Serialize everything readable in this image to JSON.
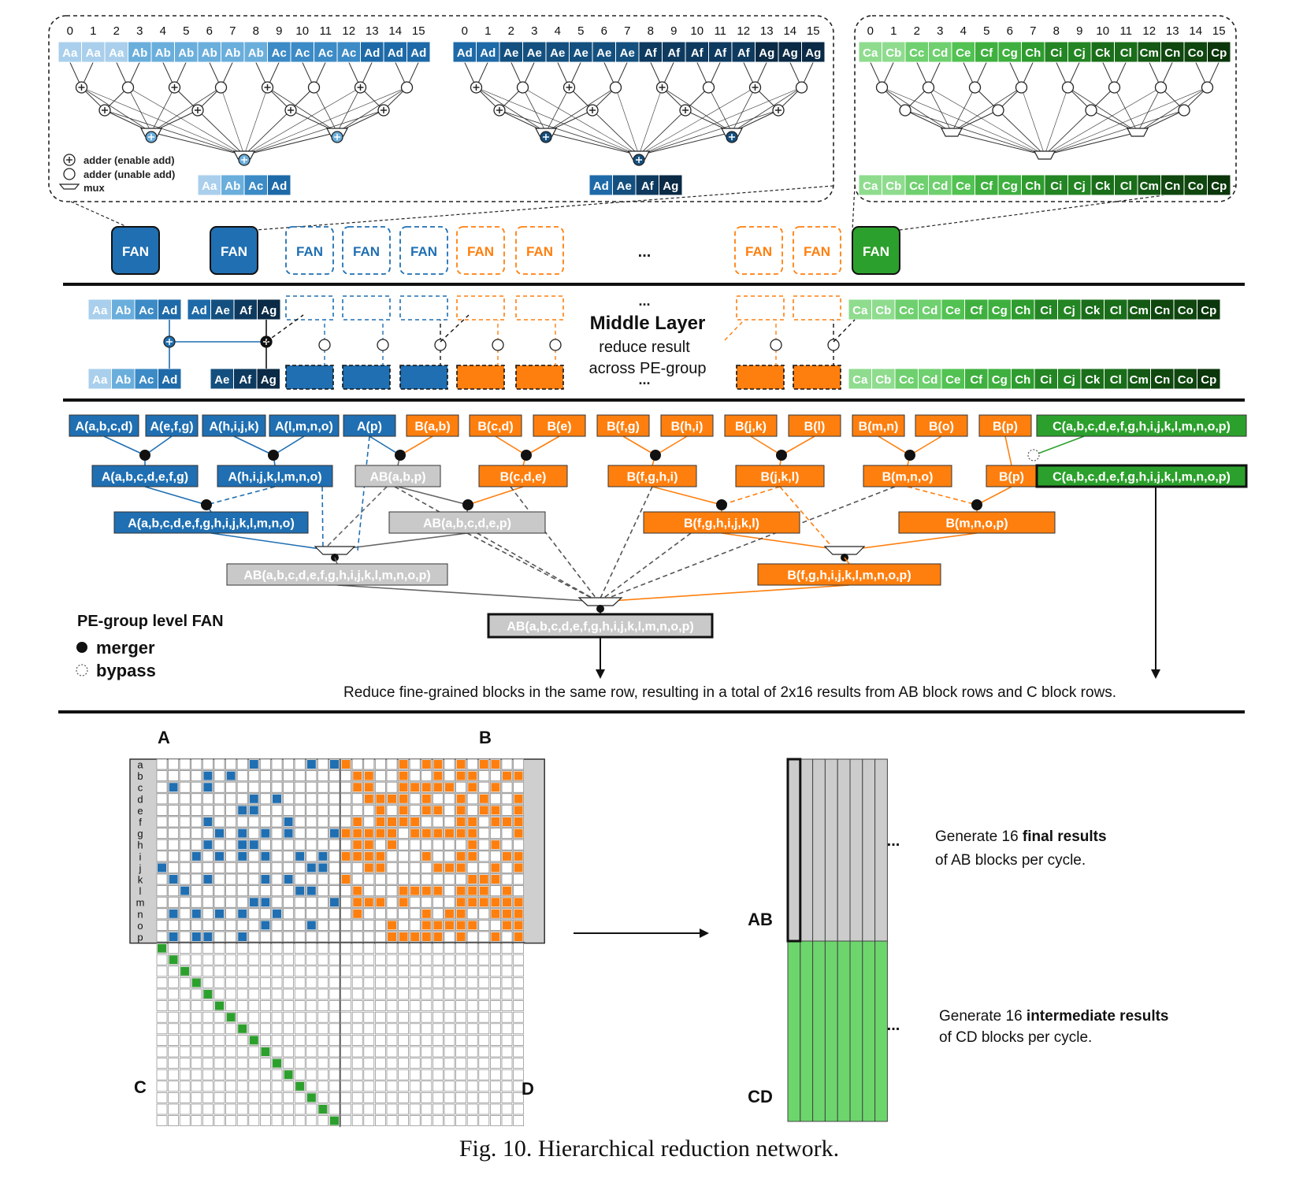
{
  "colors": {
    "blue": [
      "#a9cfec",
      "#6aaedc",
      "#3c8bc6",
      "#1e6aa8",
      "#14507f",
      "#0e3a5f",
      "#0a2a45",
      "#081a2b"
    ],
    "green": [
      "#8fdc8f",
      "#6fd06f",
      "#52c252",
      "#3fb03f",
      "#2e9c2e",
      "#238523",
      "#1a6e1a",
      "#145a14",
      "#0f470f",
      "#0b360b"
    ],
    "orange": "#ff7f0e",
    "gray": "#c9c9c9",
    "fan_blue": "#1f6fb2",
    "fan_green": "#2ca02c"
  },
  "top": {
    "indices": [
      "0",
      "1",
      "2",
      "3",
      "4",
      "5",
      "6",
      "7",
      "8",
      "9",
      "10",
      "11",
      "12",
      "13",
      "14",
      "15"
    ],
    "panel1_blocks": [
      "Aa",
      "Aa",
      "Aa",
      "Ab",
      "Ab",
      "Ab",
      "Ab",
      "Ab",
      "Ab",
      "Ac",
      "Ac",
      "Ac",
      "Ac",
      "Ad",
      "Ad",
      "Ad"
    ],
    "panel1_shade": [
      0,
      0,
      0,
      1,
      1,
      1,
      1,
      1,
      1,
      2,
      2,
      2,
      2,
      3,
      3,
      3
    ],
    "panel1_out": [
      "Aa",
      "Ab",
      "Ac",
      "Ad"
    ],
    "panel2_blocks": [
      "Ad",
      "Ad",
      "Ae",
      "Ae",
      "Ae",
      "Ae",
      "Ae",
      "Ae",
      "Af",
      "Af",
      "Af",
      "Af",
      "Af",
      "Ag",
      "Ag",
      "Ag"
    ],
    "panel2_shade": [
      3,
      3,
      4,
      4,
      4,
      4,
      4,
      4,
      5,
      5,
      5,
      5,
      5,
      6,
      6,
      6
    ],
    "panel2_out": [
      "Ad",
      "Ae",
      "Af",
      "Ag"
    ],
    "panel3_blocks": [
      "Ca",
      "Cb",
      "Cc",
      "Cd",
      "Ce",
      "Cf",
      "Cg",
      "Ch",
      "Ci",
      "Cj",
      "Ck",
      "Cl",
      "Cm",
      "Cn",
      "Co",
      "Cp"
    ],
    "legend": {
      "adder_enable": "adder (enable add)",
      "adder_unable": "adder (unable add)",
      "mux": "mux"
    }
  },
  "fan_row": {
    "label": "FAN",
    "ellipsis": "..."
  },
  "middle": {
    "title": "Middle Layer",
    "subtitle1": "reduce result",
    "subtitle2": "across PE-group",
    "ellipsis": "...",
    "in1": [
      "Aa",
      "Ab",
      "Ac",
      "Ad"
    ],
    "in2": [
      "Ad",
      "Ae",
      "Af",
      "Ag"
    ],
    "out1": [
      "Aa",
      "Ab",
      "Ac",
      "Ad"
    ],
    "out2": [
      "Ae",
      "Af",
      "Ag"
    ],
    "green": [
      "Ca",
      "Cb",
      "Cc",
      "Cd",
      "Ce",
      "Cf",
      "Cg",
      "Ch",
      "Ci",
      "Cj",
      "Ck",
      "Cl",
      "Cm",
      "Cn",
      "Co",
      "Cp"
    ]
  },
  "pe_group": {
    "row1": [
      "A(a,b,c,d)",
      "A(e,f,g)",
      "A(h,i,j,k)",
      "A(l,m,n,o)",
      "A(p)",
      "B(a,b)",
      "B(c,d)",
      "B(e)",
      "B(f,g)",
      "B(h,i)",
      "B(j,k)",
      "B(l)",
      "B(m,n)",
      "B(o)",
      "B(p)",
      "C(a,b,c,d,e,f,g,h,i,j,k,l,m,n,o,p)"
    ],
    "row2": [
      "A(a,b,c,d,e,f,g)",
      "A(h,i,j,k,l,m,n,o)",
      "AB(a,b,p)",
      "B(c,d,e)",
      "B(f,g,h,i)",
      "B(j,k,l)",
      "B(m,n,o)",
      "B(p)",
      "C(a,b,c,d,e,f,g,h,i,j,k,l,m,n,o,p)"
    ],
    "row3": [
      "A(a,b,c,d,e,f,g,h,i,j,k,l,m,n,o)",
      "AB(a,b,c,d,e,p)",
      "B(f,g,h,i,j,k,l)",
      "B(m,n,o,p)"
    ],
    "row4": [
      "AB(a,b,c,d,e,f,g,h,i,j,k,l,m,n,o,p)",
      "B(f,g,h,i,j,k,l,m,n,o,p)"
    ],
    "row5": [
      "AB(a,b,c,d,e,f,g,h,i,j,k,l,m,n,o,p)"
    ],
    "legend_title": "PE-group level FAN",
    "legend_merger": "merger",
    "legend_bypass": "bypass",
    "note": "Reduce fine-grained blocks in the same row, resulting in a total of 2x16 results from AB block rows and C block rows."
  },
  "matrix": {
    "label_a": "A",
    "label_b": "B",
    "label_c": "C",
    "label_d": "D",
    "row_labels": [
      "a",
      "b",
      "c",
      "d",
      "e",
      "f",
      "g",
      "h",
      "i",
      "j",
      "k",
      "l",
      "m",
      "n",
      "o",
      "p"
    ],
    "label_ab": "AB",
    "label_cd": "CD",
    "ellipsis": "...",
    "final_pre": "Generate 16 ",
    "final_bold": "final results",
    "final_line2": "of AB blocks per cycle.",
    "inter_pre": "Generate 16 ",
    "inter_bold": "intermediate results",
    "inter_line2": "of CD blocks per cycle."
  },
  "caption": "Fig. 10.  Hierarchical reduction network."
}
